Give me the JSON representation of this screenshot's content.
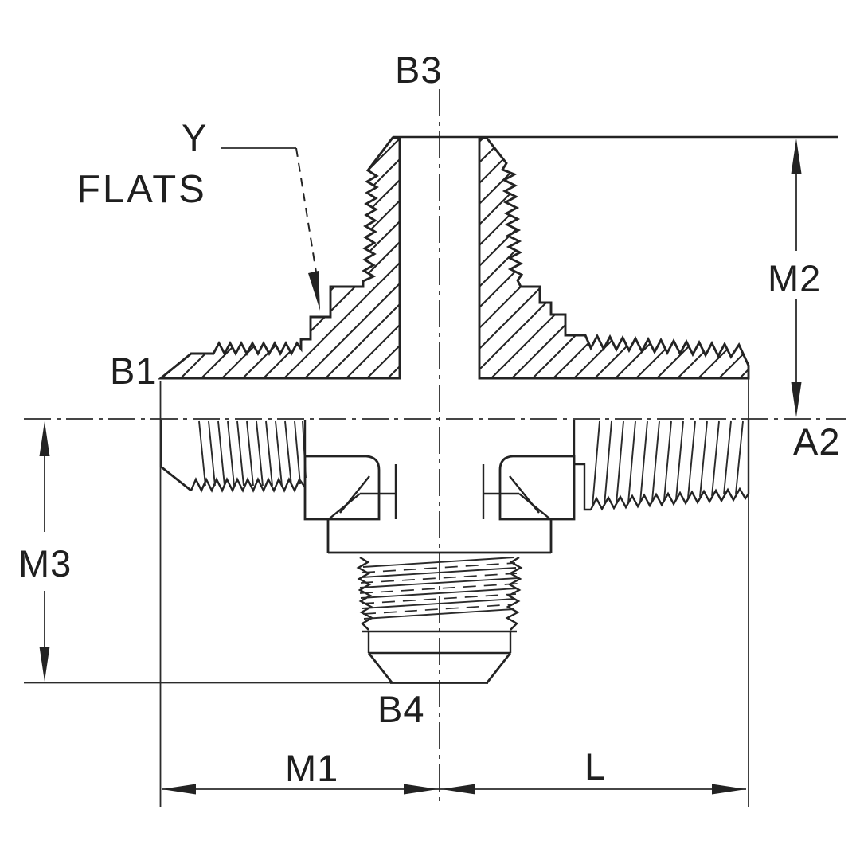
{
  "figure": {
    "type": "engineering-section-drawing",
    "subject": "4-way cross hydraulic fitting, half-section view with threads and hatching",
    "colors": {
      "ink": "#232323",
      "background": "#ffffff"
    },
    "ports": {
      "top": "B3",
      "left": "B1",
      "right": "A2",
      "bottom": "B4"
    },
    "callout": {
      "label": "Y",
      "sublabel": "FLATS"
    },
    "dims": {
      "m2": "M2",
      "m3": "M3",
      "m1": "M1",
      "l": "L"
    }
  }
}
